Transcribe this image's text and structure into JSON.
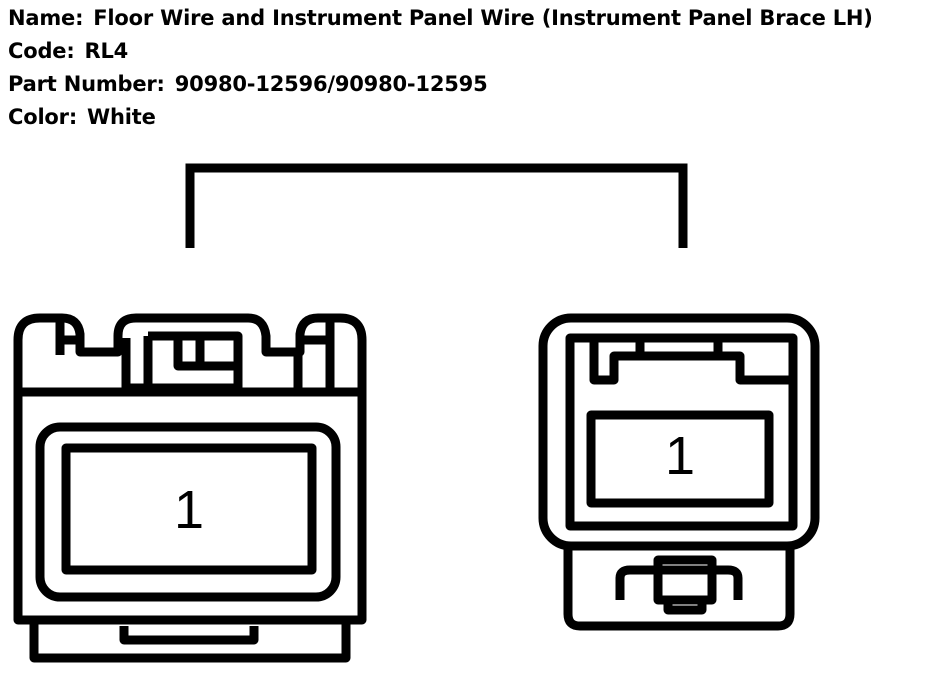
{
  "info": {
    "name_label": "Name:",
    "name_value": "Floor Wire and Instrument Panel Wire (Instrument Panel Brace LH)",
    "code_label": "Code:",
    "code_value": "RL4",
    "part_label": "Part Number:",
    "part_value": "90980-12596/90980-12595",
    "color_label": "Color:",
    "color_value": "White"
  },
  "connectors": {
    "left_pin": "1",
    "right_pin": "1"
  }
}
